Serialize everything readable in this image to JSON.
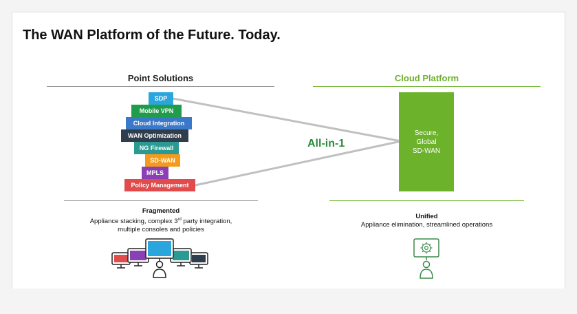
{
  "title": "The WAN Platform of the Future. Today.",
  "point_solutions": {
    "heading": "Point Solutions",
    "stack": [
      {
        "label": "SDP",
        "color": "#2aa6dd"
      },
      {
        "label": "Mobile VPN",
        "color": "#1f9d4a"
      },
      {
        "label": "Cloud Integration",
        "color": "#3a78c9"
      },
      {
        "label": "WAN Optimization",
        "color": "#2f3d4c"
      },
      {
        "label": "NG Firewall",
        "color": "#2b9a93"
      },
      {
        "label": "SD-WAN",
        "color": "#f49b1b"
      },
      {
        "label": "MPLS",
        "color": "#8b3fb5"
      },
      {
        "label": "Policy Management",
        "color": "#e24b4b"
      }
    ],
    "caption_title": "Fragmented",
    "caption_line1_pre": "Appliance stacking, complex 3",
    "caption_line1_sup": "rd",
    "caption_line1_post": " party integration,",
    "caption_line2": "multiple consoles and policies"
  },
  "cloud_platform": {
    "heading": "Cloud Platform",
    "box_line1": "Secure,",
    "box_line2": "Global",
    "box_line3": "SD-WAN",
    "connector_label": "All-in-1",
    "caption_title": "Unified",
    "caption_line1": "Appliance elimination, streamlined operations"
  },
  "colors": {
    "green": "#6cb22b",
    "gray_rule": "#8a8a8a",
    "connector": "#c0c0c0",
    "all_in_1": "#2e8b3d"
  },
  "icons": [
    "monitor-cluster-icon",
    "user-icon",
    "gear-monitor-icon",
    "user-icon"
  ]
}
